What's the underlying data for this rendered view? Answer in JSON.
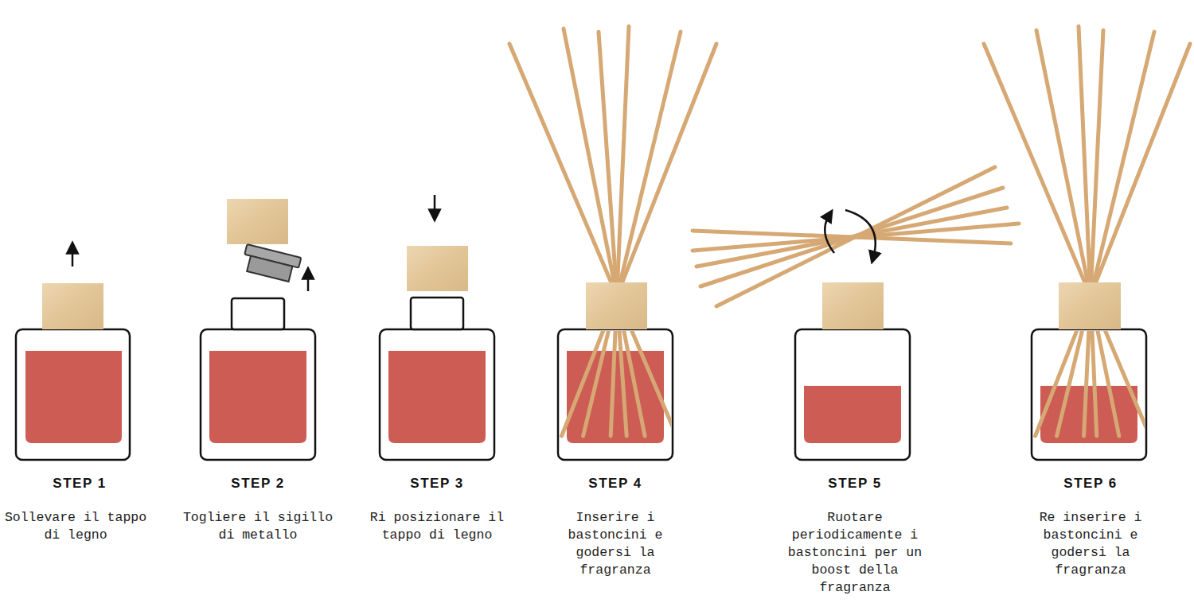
{
  "diagram": {
    "labels": [
      "STEP 1",
      "Sollevare il tappo di legno",
      "STEP 2",
      "Togliere il sigillo di metallo",
      "STEP 3",
      "Ri posizionare il tappo di legno",
      "STEP 4",
      "Inserire i bastoncini e godersi la fragranza",
      "STEP 5",
      "Ruotare periodicamente i bastoncini per un boost della fragranza",
      "STEP 6",
      "Re inserire i bastoncini e godersi la fragranza"
    ]
  }
}
